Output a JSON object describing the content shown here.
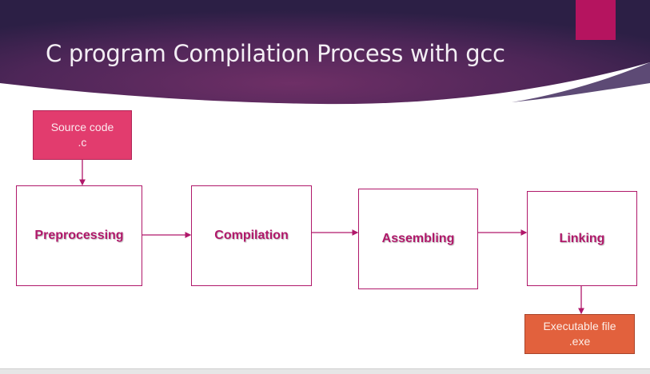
{
  "slide": {
    "title": "C program Compilation Process with gcc"
  },
  "diagram": {
    "source": {
      "line1": "Source code",
      "line2": ".c"
    },
    "stages": [
      {
        "label": "Preprocessing"
      },
      {
        "label": "Compilation"
      },
      {
        "label": "Assembling"
      },
      {
        "label": "Linking"
      }
    ],
    "output": {
      "line1": "Executable file",
      "line2": ".exe"
    }
  },
  "colors": {
    "header": "#4a2558",
    "accent": "#b5145f",
    "stage_border": "#b0186a",
    "source_fill": "#e23c6e",
    "output_fill": "#e2613d"
  }
}
